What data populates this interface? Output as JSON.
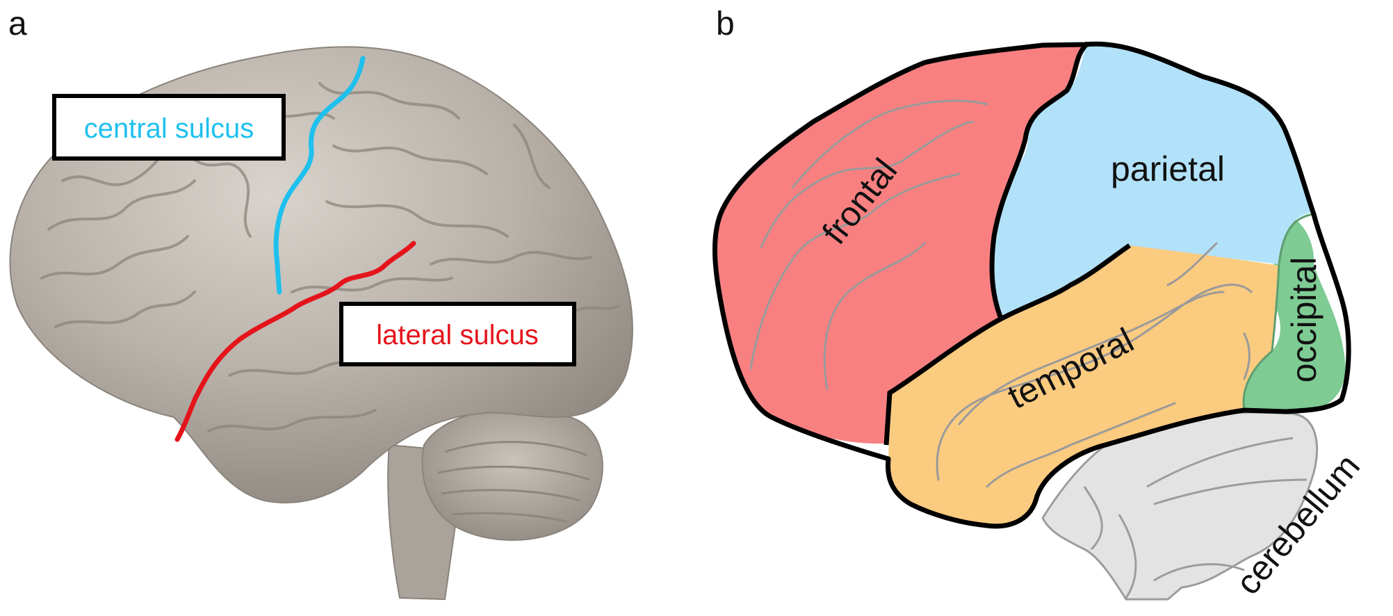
{
  "panels": {
    "a": {
      "letter": "a"
    },
    "b": {
      "letter": "b"
    }
  },
  "labels": {
    "central_sulcus": "central sulcus",
    "lateral_sulcus": "lateral sulcus"
  },
  "lobes": {
    "frontal": "frontal",
    "parietal": "parietal",
    "temporal": "temporal",
    "occipital": "occipital",
    "cerebellum": "cerebellum"
  },
  "colors": {
    "central_sulcus": "#1ec0ee",
    "lateral_sulcus": "#e5141b",
    "frontal": "#f98081",
    "parietal": "#b2e2fa",
    "temporal": "#fbcb80",
    "occipital": "#7ecb93",
    "cerebellum": "#e3e3e3",
    "brain_surface": "#b4ada5",
    "outline": "#000000"
  }
}
